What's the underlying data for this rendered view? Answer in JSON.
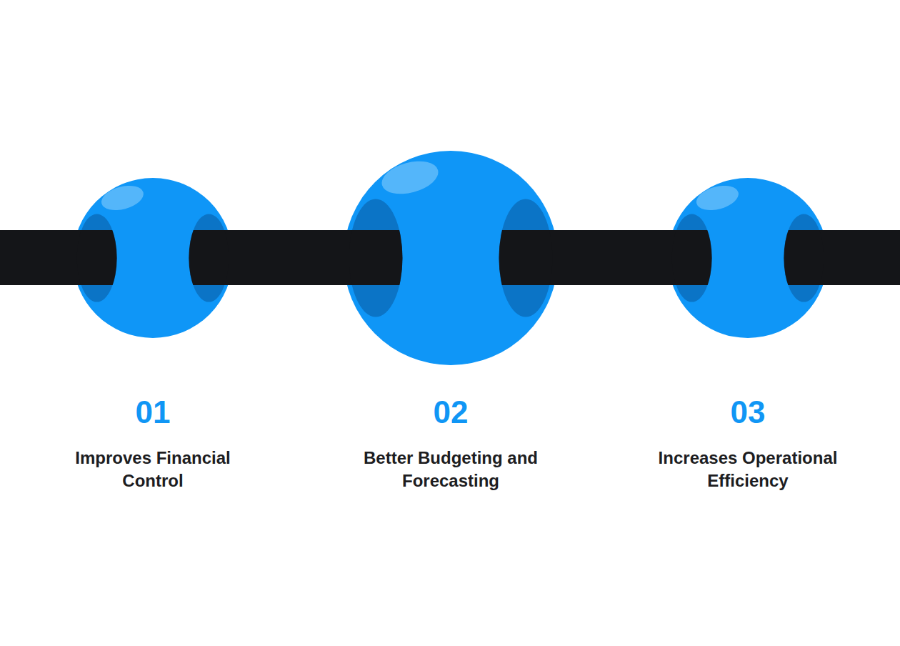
{
  "diagram": {
    "labels": [
      "01",
      "Improves Financial Control",
      "02",
      "Better Budgeting and Forecasting",
      "03",
      "Increases Operational Efficiency"
    ]
  }
}
